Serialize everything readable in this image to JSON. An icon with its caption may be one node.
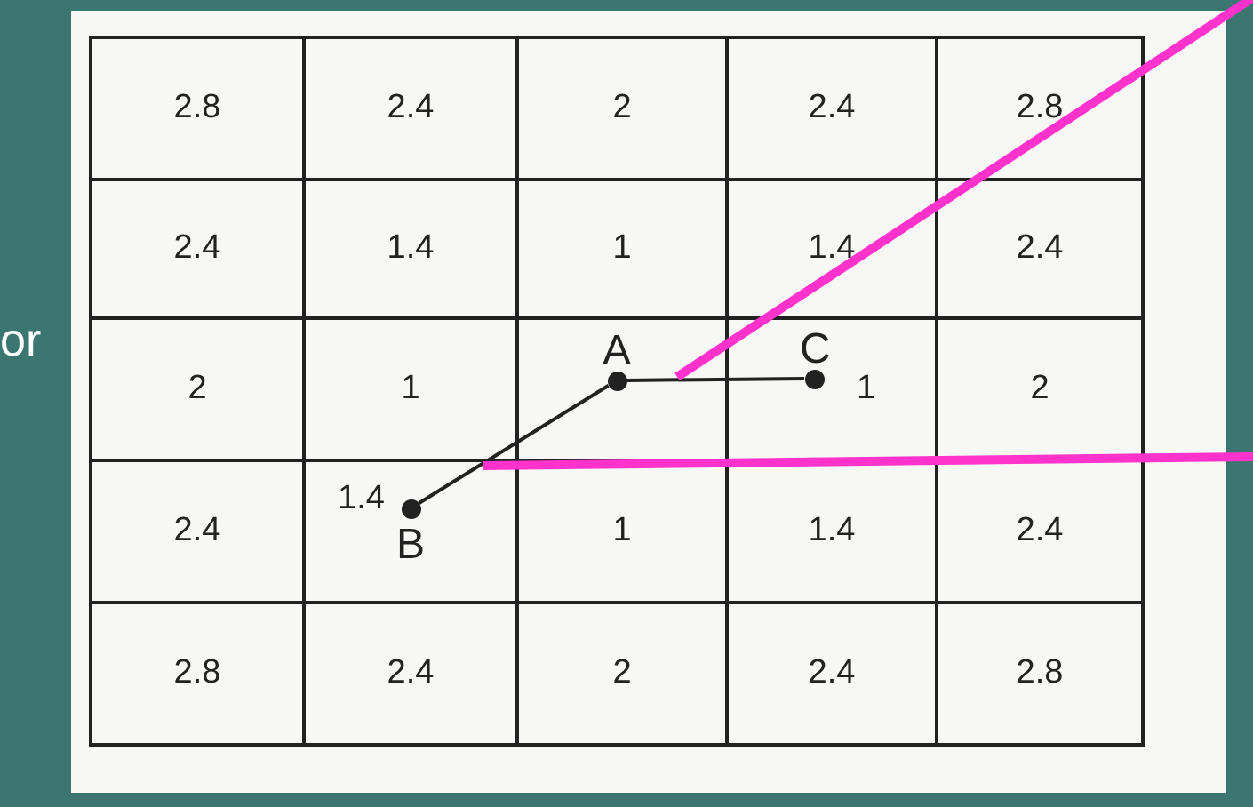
{
  "diagram": {
    "nodes": [
      {
        "text": [
          "A"
        ]
      },
      {
        "text": [
          "C"
        ]
      },
      {
        "text": [
          "B"
        ]
      }
    ],
    "edges": [
      {
        "from": 0,
        "to": 1,
        "arrow": "none"
      },
      {
        "from": 0,
        "to": 2,
        "arrow": "none"
      }
    ],
    "labels": [
      "2.8",
      "2.4",
      "2",
      "2.4",
      "2.8",
      "2.4",
      "1.4",
      "1",
      "1.4",
      "2.4",
      "2",
      "1",
      "1",
      "2",
      "2.4",
      "1.4",
      "1",
      "1.4",
      "2.4",
      "2.8",
      "2.4",
      "2",
      "2.4",
      "2.8",
      "or"
    ]
  }
}
